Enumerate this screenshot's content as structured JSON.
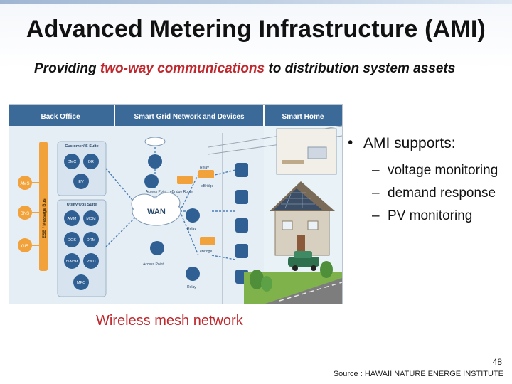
{
  "slide": {
    "title": "Advanced Metering Infrastructure (AMI)",
    "subtitle_prefix": "Providing ",
    "subtitle_highlight": "two-way communications",
    "subtitle_suffix": " to distribution system assets"
  },
  "diagram": {
    "headers": [
      "Back Office",
      "Smart Grid Network and Devices",
      "Smart Home"
    ],
    "wan_label": "WAN",
    "customer_suite": "Customer/IS Suite",
    "utility_suite": "Utility/Ops Suite",
    "bus_label": "ESB / Message Bus",
    "customer_nodes": [
      "DMC",
      "DR",
      "EV"
    ],
    "utility_nodes": [
      "AMM",
      "MDM",
      "DGS",
      "DRM",
      "DI-NOM",
      "PWD",
      "MPC"
    ],
    "side_nodes": [
      "AMS",
      "BNS",
      "GIS"
    ],
    "device_labels": [
      "Relay",
      "Access Point",
      "eBridge",
      "eBridge Router",
      "Relay",
      "eBridge",
      "Access Point",
      "Relay"
    ],
    "colors": {
      "header_bg": "#3b6a99",
      "node_blue": "#2f5f93",
      "bus_orange": "#f2a23b",
      "grass": "#7fb24a",
      "road": "#7d7d7d"
    }
  },
  "bullets": {
    "main": "AMI supports:",
    "items": [
      "voltage monitoring",
      "demand response",
      "PV monitoring"
    ]
  },
  "caption": "Wireless mesh network",
  "page_number": "48",
  "source": "Source : HAWAII NATURE ENERGE INSTITUTE"
}
